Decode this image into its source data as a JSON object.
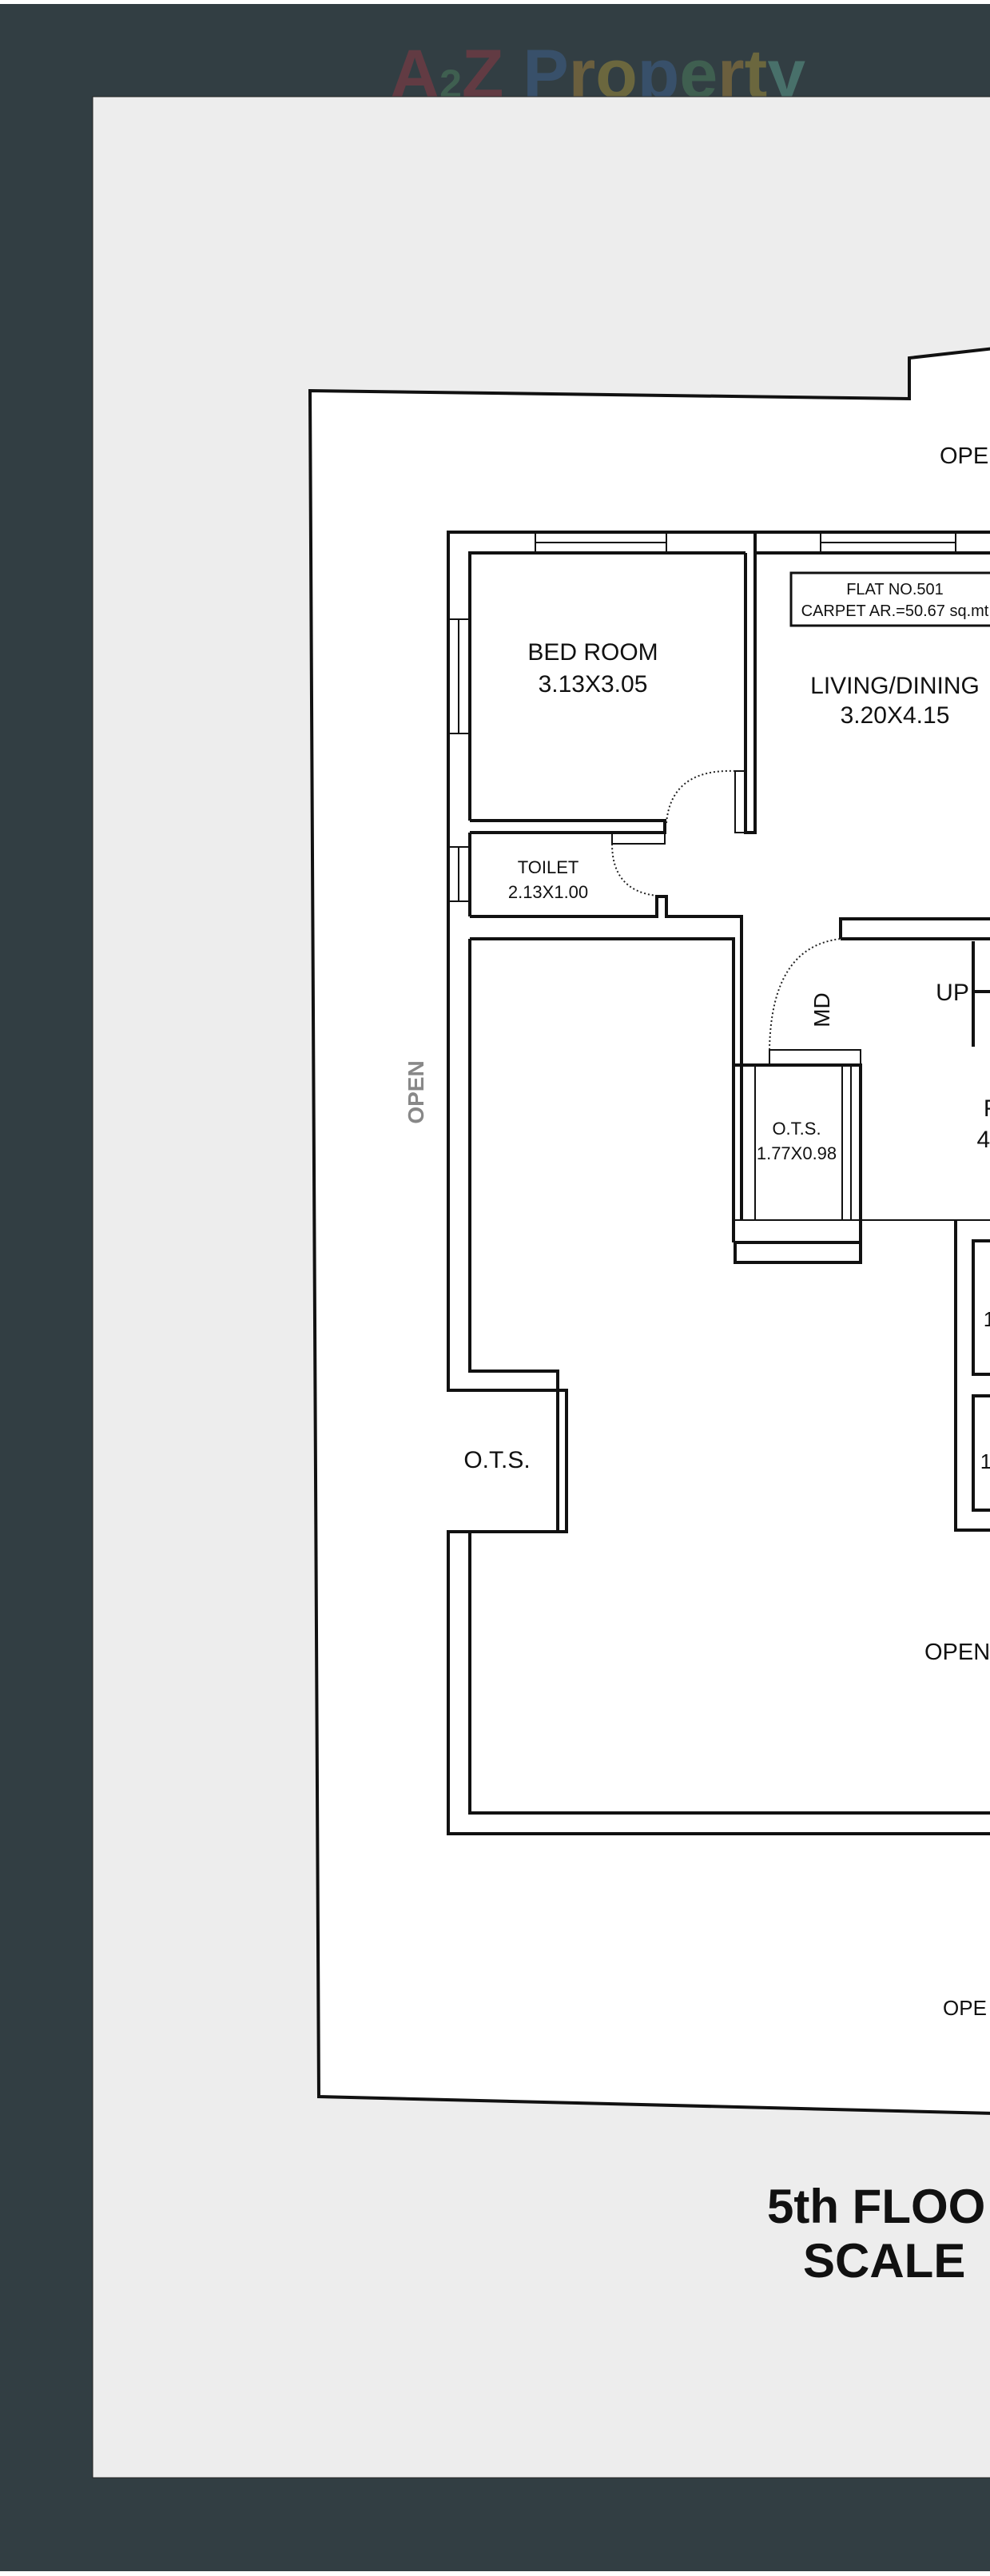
{
  "watermark": {
    "brand": "A2Z Property",
    "letters": [
      "A",
      "2",
      "Z",
      " ",
      "P",
      "r",
      "o",
      "p",
      "e",
      "r",
      "t",
      "y"
    ]
  },
  "colors": {
    "background": "#323e43",
    "paper": "#ededed",
    "plot": "#ffffff",
    "wall": "#111111",
    "open_side_label": "#888888"
  },
  "plan": {
    "flat_label": {
      "line1": "FLAT NO.501",
      "line2": "CARPET AR.=50.67 sq.mt"
    },
    "rooms": {
      "bedroom": {
        "name": "BED ROOM",
        "size": "3.13X3.05"
      },
      "living": {
        "name": "LIVING/DINING",
        "size": "3.20X4.15"
      },
      "toilet": {
        "name": "TOILET",
        "size": "2.13X1.00"
      },
      "ots_center": {
        "name": "O.T.S.",
        "size": "1.77X0.98"
      },
      "ots_left": {
        "name": "O.T.S."
      },
      "partial_room": {
        "name": "F",
        "size": "4."
      },
      "partial_right_1": {
        "size": "1"
      },
      "partial_right_2": {
        "size": "1"
      }
    },
    "labels": {
      "main_door": "MD",
      "stairs": "UP",
      "open_top": "OPE",
      "open_left": "OPEN",
      "open_inner": "OPEN",
      "open_bottom": "OPE"
    }
  },
  "title": {
    "line1": "5th FLOO",
    "line2": "SCALE"
  }
}
